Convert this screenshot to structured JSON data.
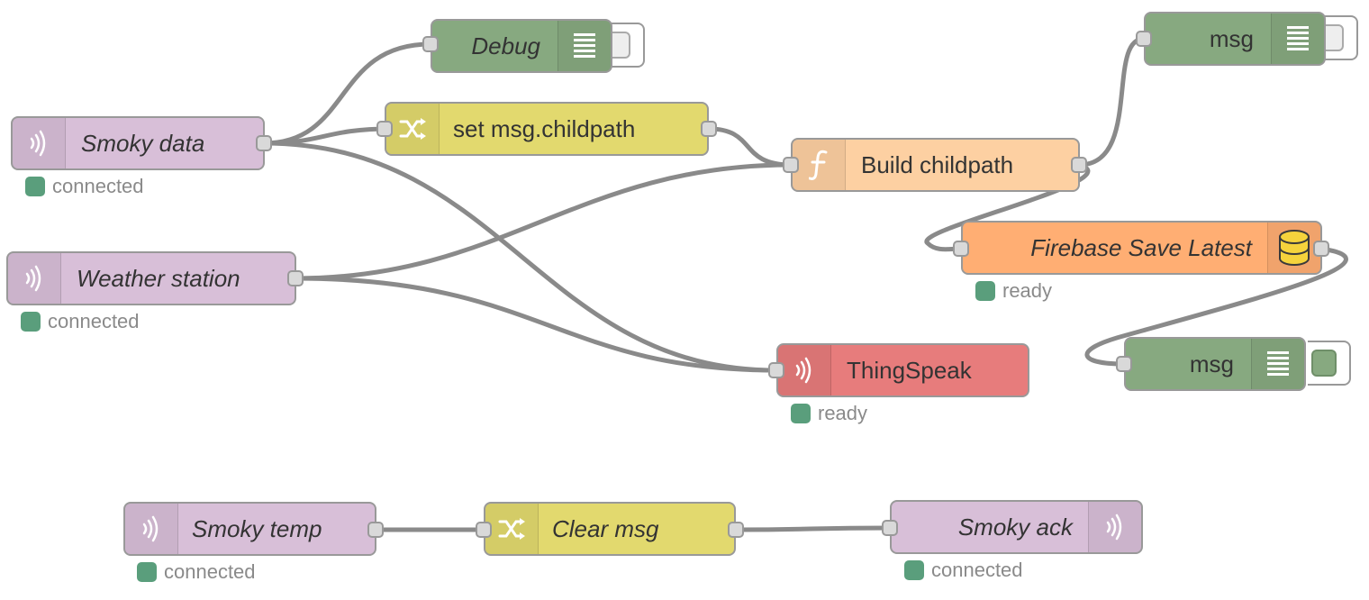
{
  "flow": {
    "nodes": {
      "debug": {
        "label": "Debug",
        "icon": "debug-list-icon"
      },
      "smoky_data": {
        "label": "Smoky data",
        "status": "connected",
        "icon": "mqtt-wave-icon"
      },
      "set_childpath": {
        "label": "set msg.childpath",
        "icon": "shuffle-icon"
      },
      "build_childpath": {
        "label": "Build childpath",
        "icon": "function-icon"
      },
      "msg_top": {
        "label": "msg",
        "icon": "debug-list-icon"
      },
      "firebase": {
        "label": "Firebase Save Latest",
        "status": "ready",
        "icon": "database-icon"
      },
      "weather": {
        "label": "Weather station",
        "status": "connected",
        "icon": "mqtt-wave-icon"
      },
      "thingspeak": {
        "label": "ThingSpeak",
        "status": "ready",
        "icon": "mqtt-wave-icon"
      },
      "msg_bottom": {
        "label": "msg",
        "icon": "debug-list-icon"
      },
      "smoky_temp": {
        "label": "Smoky temp",
        "status": "connected",
        "icon": "mqtt-wave-icon"
      },
      "clear_msg": {
        "label": "Clear msg",
        "icon": "shuffle-icon"
      },
      "smoky_ack": {
        "label": "Smoky ack",
        "status": "connected",
        "icon": "mqtt-wave-icon"
      }
    },
    "colors": {
      "mqtt": "#d8bfd8",
      "change": "#e2d96e",
      "function": "#fdd0a2",
      "debug": "#87a980",
      "firebase": "#ffae73",
      "thingspeak": "#e77c7c",
      "wire": "#8a8a8a",
      "status_dot": "#5a9e7c"
    },
    "wires": [
      [
        "smoky_data",
        "debug"
      ],
      [
        "smoky_data",
        "set_childpath"
      ],
      [
        "smoky_data",
        "thingspeak"
      ],
      [
        "set_childpath",
        "build_childpath"
      ],
      [
        "weather",
        "build_childpath"
      ],
      [
        "weather",
        "thingspeak"
      ],
      [
        "build_childpath",
        "msg_top"
      ],
      [
        "build_childpath",
        "firebase"
      ],
      [
        "firebase",
        "msg_bottom"
      ],
      [
        "smoky_temp",
        "clear_msg"
      ],
      [
        "clear_msg",
        "smoky_ack"
      ]
    ]
  }
}
